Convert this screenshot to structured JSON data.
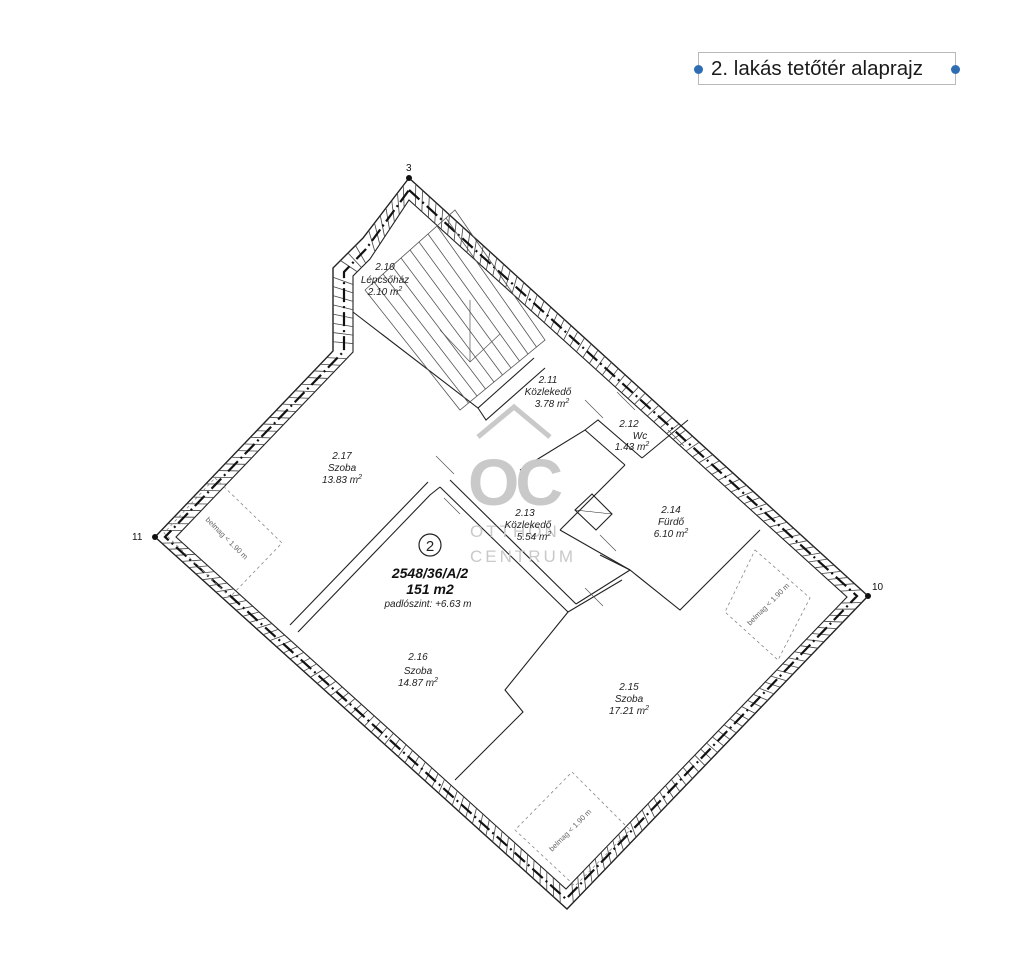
{
  "title": {
    "text": "2. lakás tetőtér alaprajz",
    "dot_color": "#2e6db4"
  },
  "watermark": {
    "logo": "OC",
    "line1": "OTTHON",
    "line2": "CENTRUM",
    "color": "#c9c9c9"
  },
  "corner_labels": {
    "c3": "3",
    "c10": "10",
    "c11": "11"
  },
  "rooms": [
    {
      "key": "r210",
      "id": "2.10",
      "name": "Lépcsőház",
      "area": "2.10 m",
      "sup": "2"
    },
    {
      "key": "r211",
      "id": "2.11",
      "name": "Közlekedő",
      "area": "3.78 m",
      "sup": "2"
    },
    {
      "key": "r212",
      "id": "2.12",
      "name": "Wc",
      "area": "1.43 m",
      "sup": "2"
    },
    {
      "key": "r213",
      "id": "2.13",
      "name": "Közlekedő",
      "area": "5.54 m",
      "sup": "2"
    },
    {
      "key": "r214",
      "id": "2.14",
      "name": "Fürdő",
      "area": "6.10 m",
      "sup": "2"
    },
    {
      "key": "r215",
      "id": "2.15",
      "name": "Szoba",
      "area": "17.21 m",
      "sup": "2"
    },
    {
      "key": "r216",
      "id": "2.16",
      "name": "Szoba",
      "area": "14.87 m",
      "sup": "2"
    },
    {
      "key": "r217",
      "id": "2.17",
      "name": "Szoba",
      "area": "13.83 m",
      "sup": "2"
    }
  ],
  "apartment": {
    "number": "2",
    "parcel": "2548/36/A/2",
    "size": "151 m2",
    "floor_level": "padlószint: +6.63 m"
  },
  "height_notes": {
    "left": "belmag < 1.90 m",
    "right": "belmag < 1.90 m",
    "bottom": "belmag < 1.90 m"
  }
}
